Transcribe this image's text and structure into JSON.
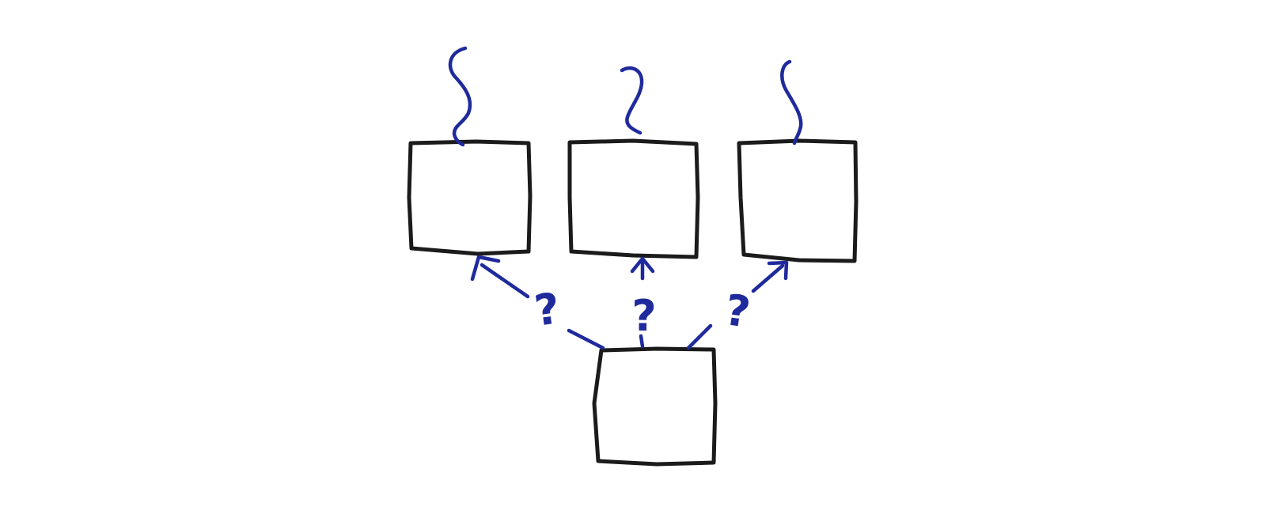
{
  "colors": {
    "box_stroke": "#1b1b1b",
    "ink": "#1f2a9c",
    "background": "#ffffff"
  },
  "diagram": {
    "source_box": {
      "label": ""
    },
    "target_boxes": [
      {
        "label": "",
        "has_squiggle_above": true
      },
      {
        "label": "",
        "has_squiggle_above": true
      },
      {
        "label": "",
        "has_squiggle_above": true
      }
    ],
    "connections": [
      {
        "from": "source",
        "to": "target-1",
        "style": "dashed-arrow",
        "mark": "?"
      },
      {
        "from": "source",
        "to": "target-2",
        "style": "dashed-arrow",
        "mark": "?"
      },
      {
        "from": "source",
        "to": "target-3",
        "style": "dashed-arrow",
        "mark": "?"
      }
    ]
  }
}
